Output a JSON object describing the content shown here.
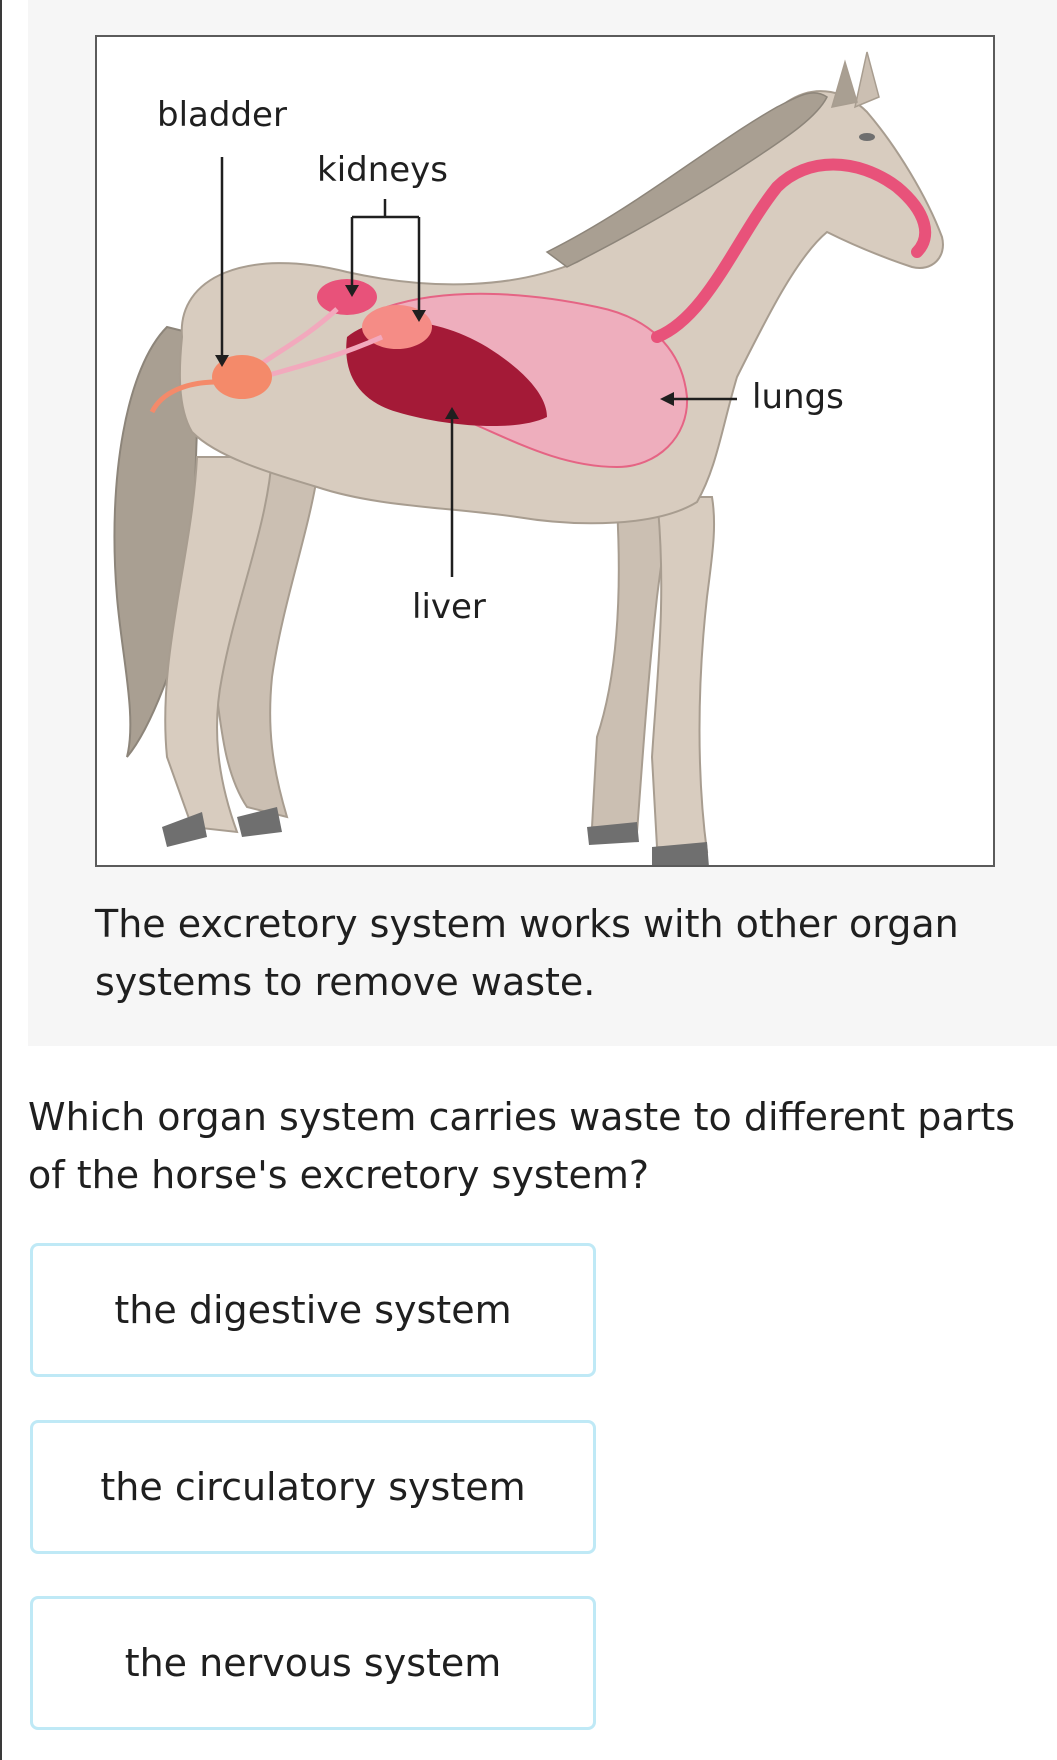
{
  "figure": {
    "labels": {
      "bladder": "bladder",
      "kidneys": "kidneys",
      "lungs": "lungs",
      "liver": "liver"
    },
    "caption": "The excretory system works with other organ systems to remove waste."
  },
  "question": {
    "text": "Which organ system carries waste to different parts of the horse's excretory system?"
  },
  "choices": [
    {
      "label": "the digestive system"
    },
    {
      "label": "the circulatory system"
    },
    {
      "label": "the nervous system"
    }
  ],
  "colors": {
    "horse_body": "#d8ccbf",
    "mane": "#a99f92",
    "hoof": "#6f6f6f",
    "organ_pink": "#e8527a",
    "liver": "#a41a37",
    "lungs": "#f2a9bd",
    "choice_border": "#bfe9f6"
  }
}
